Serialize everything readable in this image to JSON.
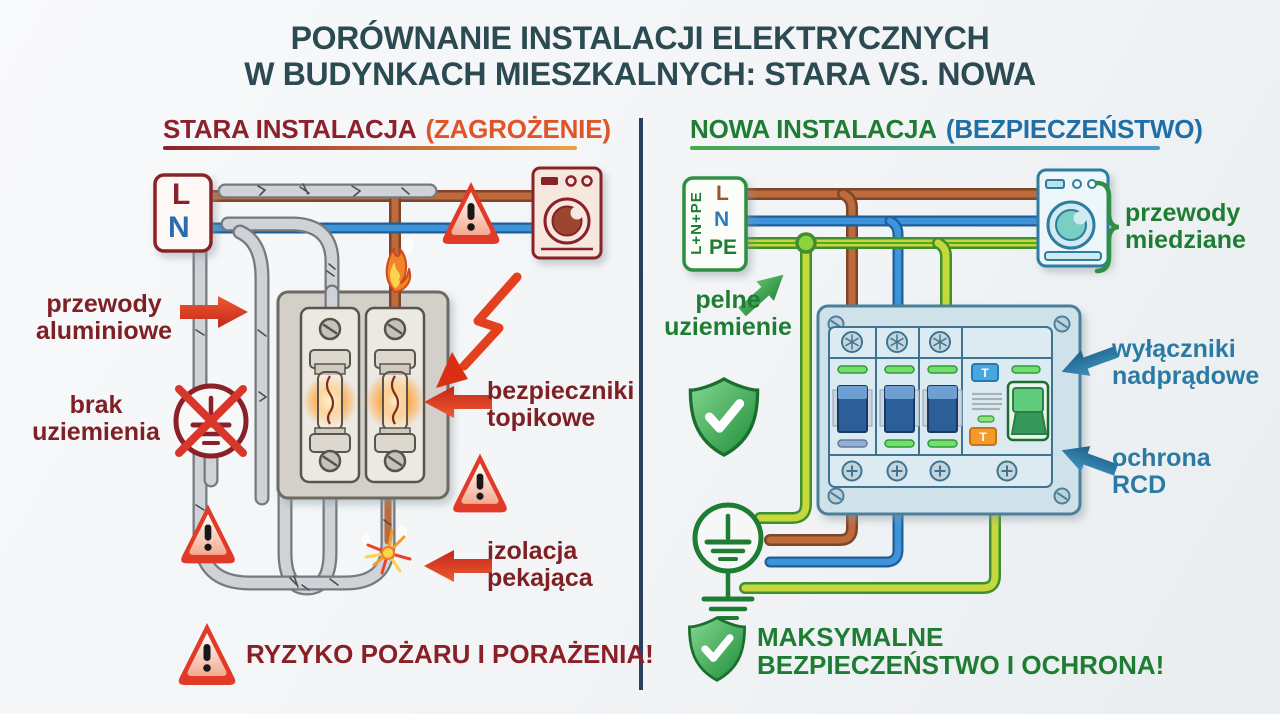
{
  "title": {
    "line1": "PORÓWNANIE INSTALACJI ELEKTRYCZNYCH",
    "line2": "W BUDYNKACH MIESZKALNYCH: STARA VS. NOWA"
  },
  "old_panel": {
    "heading": "STARA INSTALACJA",
    "heading_suffix": "(ZAGROŻENIE)",
    "terminal_l": "L",
    "terminal_n": "N",
    "label_aluminum_1": "przewody",
    "label_aluminum_2": "aluminiowe",
    "label_noground_1": "brak",
    "label_noground_2": "uziemienia",
    "label_fuses_1": "bezpieczniki",
    "label_fuses_2": "topikowe",
    "label_insulation_1": "izolacja",
    "label_insulation_2": "pekająca",
    "warning_text": "RYZYKO POŻARU I PORAŻENIA!"
  },
  "new_panel": {
    "heading": "NOWA INSTALACJA",
    "heading_suffix": "(BEZPIECZEŃSTWO)",
    "box_side_label": "L+N+PE",
    "terminal_l": "L",
    "terminal_n": "N",
    "terminal_pe": "PE",
    "label_ground_1": "pelne",
    "label_ground_2": "uziemienie",
    "label_copper_1": "przewody",
    "label_copper_2": "miedziane",
    "label_breakers_1": "wyłączniki",
    "label_breakers_2": "nadprądowe",
    "label_rcd_1": "ochrona",
    "label_rcd_2": "RCD",
    "rcd_test_top": "T",
    "rcd_test_bottom": "T",
    "safety_text_1": "MAKSYMALNE",
    "safety_text_2": "BEZPIECZEŃSTWO I OCHRONA!"
  },
  "colors": {
    "title": "#2c4a52",
    "old_heading": "#8c212b",
    "old_heading_suffix": "#e0542a",
    "new_heading": "#1f7d33",
    "new_heading_suffix": "#1f6fa6",
    "label_dark_red": "#7e2024",
    "label_green": "#1f7d33",
    "label_teal": "#2a7aa3",
    "divider": "#2c3f5e",
    "wire_brown": "#bd6a3c",
    "wire_blue": "#3f93d8",
    "wire_pe_yellow_green": "#c6d93c",
    "conduit_gray": "#cfd3d7",
    "warning_red": "#e23a28",
    "shield_green": "#2f9a3a"
  }
}
